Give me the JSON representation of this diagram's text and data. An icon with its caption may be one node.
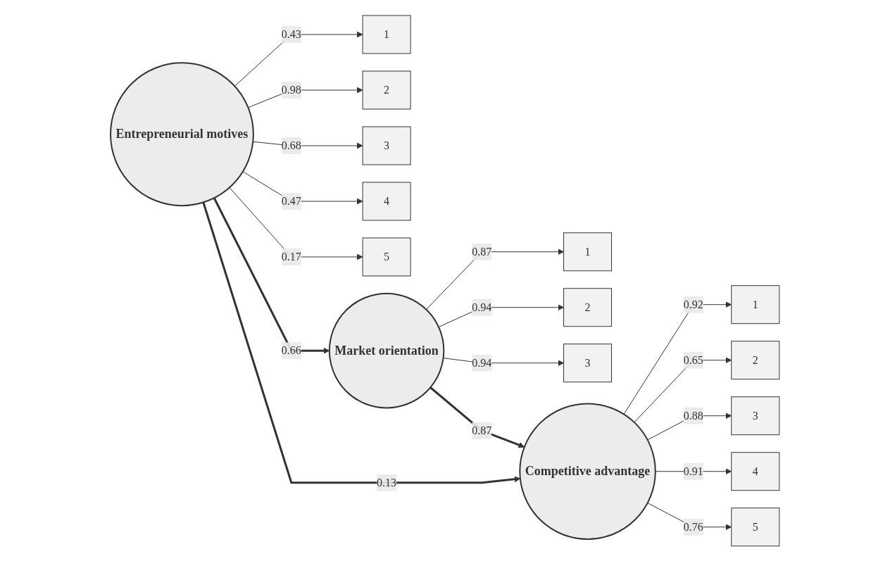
{
  "diagram": {
    "nodes": [
      {
        "text": [
          "Entrepreneurial motives"
        ]
      },
      {
        "text": [
          "1"
        ]
      },
      {
        "text": [
          "2"
        ]
      },
      {
        "text": [
          "3"
        ]
      },
      {
        "text": [
          "4"
        ]
      },
      {
        "text": [
          "5"
        ]
      },
      {
        "text": [
          "Market orientation"
        ]
      },
      {
        "text": [
          "1"
        ]
      },
      {
        "text": [
          "2"
        ]
      },
      {
        "text": [
          "3"
        ]
      },
      {
        "text": [
          "Competitive advantage"
        ]
      },
      {
        "text": [
          "1"
        ]
      },
      {
        "text": [
          "2"
        ]
      },
      {
        "text": [
          "3"
        ]
      },
      {
        "text": [
          "4"
        ]
      },
      {
        "text": [
          "5"
        ]
      }
    ],
    "edges": [
      {
        "from": 0,
        "to": 1,
        "arrow": "to",
        "label": "0.43"
      },
      {
        "from": 0,
        "to": 2,
        "arrow": "to",
        "label": "0.98"
      },
      {
        "from": 0,
        "to": 3,
        "arrow": "to",
        "label": "0.68"
      },
      {
        "from": 0,
        "to": 4,
        "arrow": "to",
        "label": "0.47"
      },
      {
        "from": 0,
        "to": 5,
        "arrow": "to",
        "label": "0.17"
      },
      {
        "from": 0,
        "to": 6,
        "arrow": "to",
        "label": "0.66",
        "style": "thick"
      },
      {
        "from": 0,
        "to": 10,
        "arrow": "to",
        "label": "0.13",
        "style": "thick"
      },
      {
        "from": 6,
        "to": 10,
        "arrow": "to",
        "label": "0.87",
        "style": "thick"
      },
      {
        "from": 6,
        "to": 7,
        "arrow": "to",
        "label": "0.87"
      },
      {
        "from": 6,
        "to": 8,
        "arrow": "to",
        "label": "0.94"
      },
      {
        "from": 6,
        "to": 9,
        "arrow": "to",
        "label": "0.94"
      },
      {
        "from": 10,
        "to": 11,
        "arrow": "to",
        "label": "0.92"
      },
      {
        "from": 10,
        "to": 12,
        "arrow": "to",
        "label": "0.65"
      },
      {
        "from": 10,
        "to": 13,
        "arrow": "to",
        "label": "0.88"
      },
      {
        "from": 10,
        "to": 14,
        "arrow": "to",
        "label": "0.91"
      },
      {
        "from": 10,
        "to": 15,
        "arrow": "to",
        "label": "0.76"
      }
    ]
  }
}
